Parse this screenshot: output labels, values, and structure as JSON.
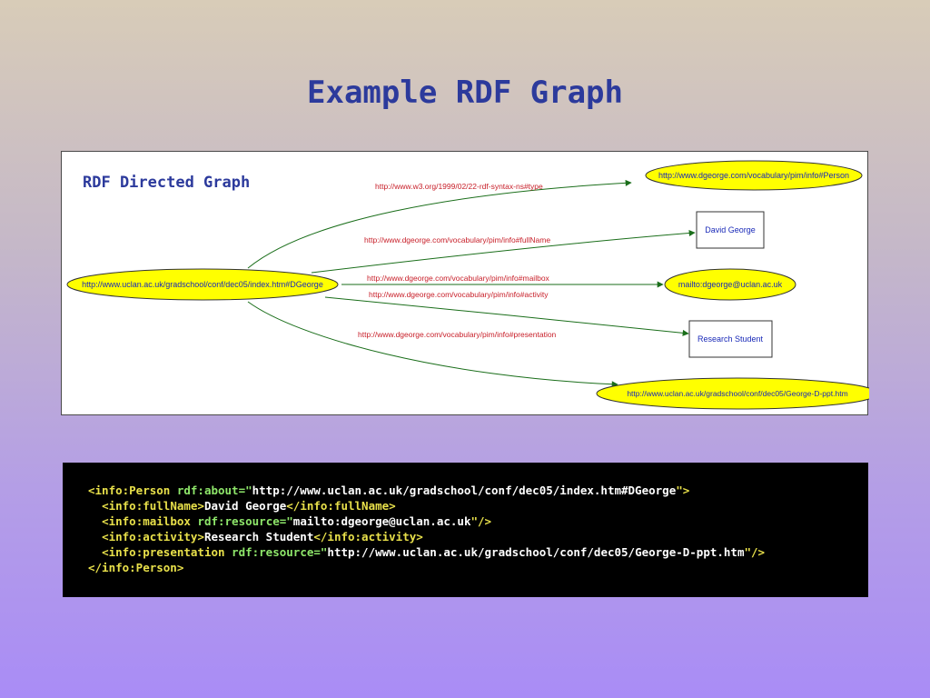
{
  "slide": {
    "title": "Example RDF Graph"
  },
  "graph": {
    "heading": "RDF Directed Graph",
    "subject": "http://www.uclan.ac.uk/gradschool/conf/dec05/index.htm#DGeorge",
    "nodes": [
      {
        "id": "person",
        "label": "http://www.dgeorge.com/vocabulary/pim/info#Person",
        "shape": "ellipse"
      },
      {
        "id": "fullname",
        "label": "David George",
        "shape": "box"
      },
      {
        "id": "mailbox",
        "label": "mailto:dgeorge@uclan.ac.uk",
        "shape": "ellipse"
      },
      {
        "id": "activity",
        "label": "Research Student",
        "shape": "box"
      },
      {
        "id": "presentation",
        "label": "http://www.uclan.ac.uk/gradschool/conf/dec05/George-D-ppt.htm",
        "shape": "ellipse"
      }
    ],
    "edges": [
      {
        "to": "person",
        "label": "http://www.w3.org/1999/02/22-rdf-syntax-ns#type"
      },
      {
        "to": "fullname",
        "label": "http://www.dgeorge.com/vocabulary/pim/info#fullName"
      },
      {
        "to": "mailbox",
        "label": "http://www.dgeorge.com/vocabulary/pim/info#mailbox"
      },
      {
        "to": "activity",
        "label": "http://www.dgeorge.com/vocabulary/pim/info#activity"
      },
      {
        "to": "presentation",
        "label": "http://www.dgeorge.com/vocabulary/pim/info#presentation"
      }
    ],
    "colors": {
      "ellipse_fill": "#ffff00",
      "edge": "#1a6e1a",
      "edge_label": "#c8202a",
      "node_label": "#1a2ab8"
    }
  },
  "code": {
    "l1_tag_open": "<info:Person",
    "l1_attr": " rdf:about=\"",
    "l1_value": "http://www.uclan.ac.uk/gradschool/conf/dec05/index.htm#DGeorge",
    "l1_close": "\">",
    "l2_open": "<info:fullName>",
    "l2_text": "David George",
    "l2_close": "</info:fullName>",
    "l3_tag_open": "<info:mailbox",
    "l3_attr": " rdf:resource=\"",
    "l3_value": "mailto:dgeorge@uclan.ac.uk",
    "l3_close": "\"/>",
    "l4_open": "<info:activity>",
    "l4_text": "Research Student",
    "l4_close": "</info:activity>",
    "l5_tag_open": "<info:presentation",
    "l5_attr": " rdf:resource=\"",
    "l5_value": "http://www.uclan.ac.uk/gradschool/conf/dec05/George-D-ppt.htm",
    "l5_close": "\"/>",
    "l6_close": "</info:Person>"
  }
}
